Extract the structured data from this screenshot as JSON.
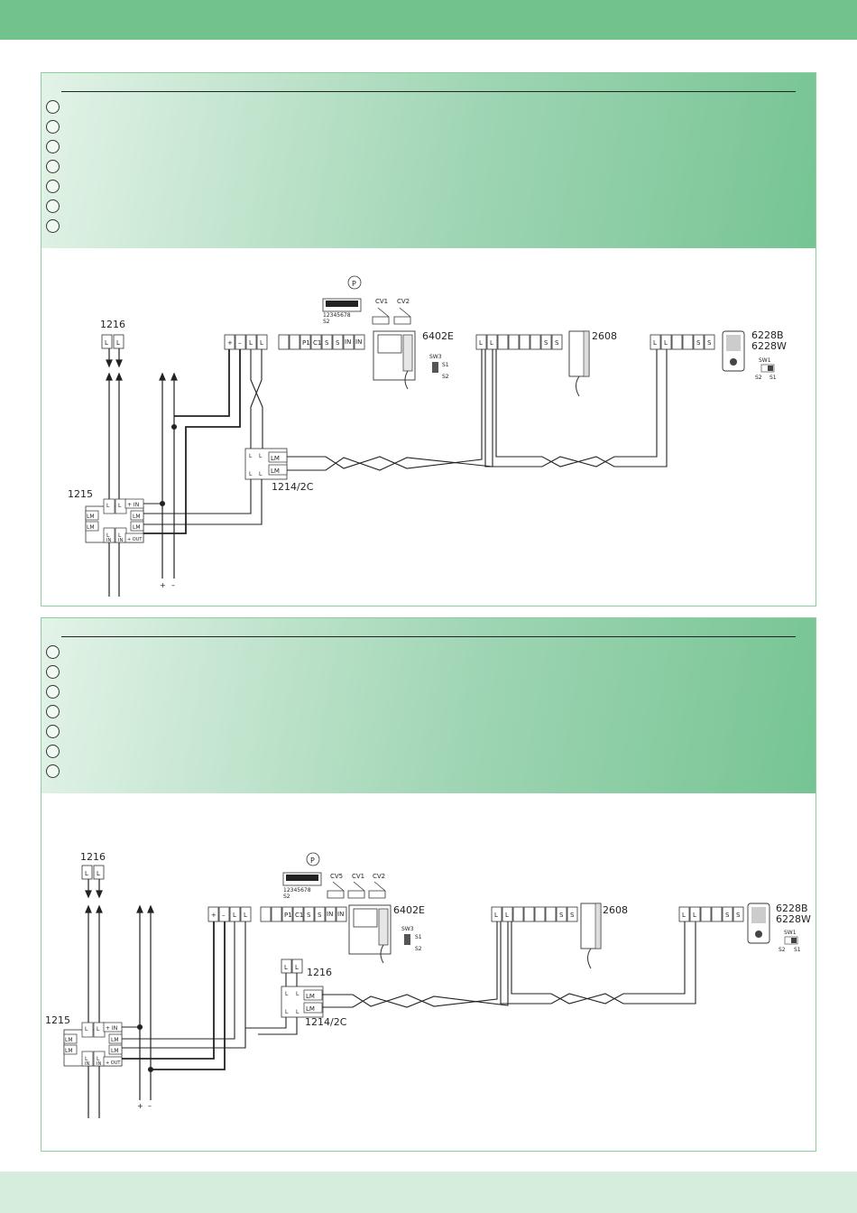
{
  "diagram1": {
    "labels": {
      "p_marker": "P",
      "dip_numbers": "12345678",
      "dip_name": "S2",
      "cv1": "CV1",
      "cv2": "CV2",
      "monitor_model": "6402E",
      "sw3": "SW3",
      "sw3_s1": "S1",
      "sw3_s2": "S2",
      "handset_model": "2608",
      "panel_model_b": "6228B",
      "panel_model_w": "6228W",
      "sw1": "SW1",
      "sw1_s2": "S2",
      "sw1_s1": "S1",
      "module_1216": "1216",
      "module_1215": "1215",
      "module_1214": "1214/2C",
      "supply_plus": "+",
      "supply_minus": "–"
    }
  },
  "diagram2": {
    "labels": {
      "p_marker": "P",
      "dip_numbers": "12345678",
      "dip_name": "S2",
      "cv5": "CV5",
      "cv1": "CV1",
      "cv2": "CV2",
      "monitor_model": "6402E",
      "sw3": "SW3",
      "sw3_s1": "S1",
      "sw3_s2": "S2",
      "handset_model": "2608",
      "panel_model_b": "6228B",
      "panel_model_w": "6228W",
      "sw1": "SW1",
      "sw1_s2": "S2",
      "sw1_s1": "S1",
      "module_1216_left": "1216",
      "module_1216_mid": "1216",
      "module_1215": "1215",
      "module_1214": "1214/2C",
      "supply_plus": "+",
      "supply_minus": "–"
    }
  }
}
